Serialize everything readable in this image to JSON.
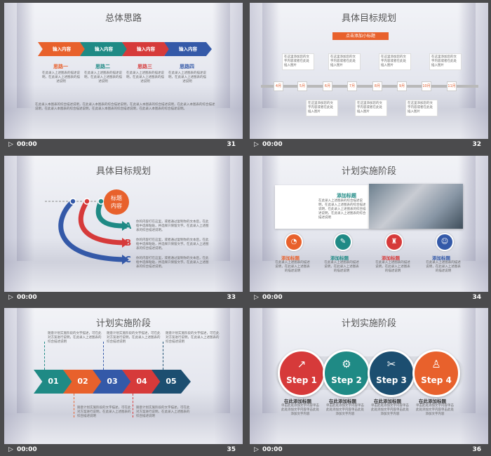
{
  "slides": [
    {
      "title": "总体思路",
      "number": "31",
      "time": "00:00",
      "chevrons": [
        "输入内容",
        "输入内容",
        "输入内容",
        "输入内容"
      ],
      "phases": [
        "思路一",
        "思路二",
        "思路三",
        "思路四"
      ],
      "phase_text": "在此录入上述图表的描述说明，在此录入上述图表的描述说明",
      "body": "在此录入本图表的综合描述说明，在此录入本图表的综合描述说明，在此录入本图表的综合描述说明，在此录入本图表的综合描述说明，在此录入本图表的综合描述说明，在此录入本图表的综合描述说明，在此录入本图表的综合描述说明。"
    },
    {
      "title": "具体目标规划",
      "number": "32",
      "time": "00:00",
      "banner": "点击添加小标题",
      "months": [
        "4月",
        "5月",
        "6月",
        "7月",
        "8月",
        "9月",
        "10月",
        "11月"
      ],
      "box_text": "在这里添加您的文字内容或者在此处插入图片"
    },
    {
      "title": "具体目标规划",
      "number": "33",
      "time": "00:00",
      "badge": "标题内容",
      "letters": [
        "A",
        "B",
        "C"
      ],
      "text": "你的内容打在这里，或者通过复制你的文本后，在此框中选择粘贴，并选择只保留文字。在此录入上述图表的综合描述说明。"
    },
    {
      "title": "计划实施阶段",
      "number": "34",
      "time": "00:00",
      "panel_heading": "添加标题",
      "panel_text": "在此录入上述图表的综合描述说明，在此录入上述图表的综合描述说明，在此录入上述图表的综合描述说明，在此录入上述图表的综合描述说明",
      "items": [
        "添加标题",
        "添加标题",
        "添加标题",
        "添加标题"
      ],
      "item_text": "在此录入上述图表的描述说明，在此录入上述图表的描述说明"
    },
    {
      "title": "计划实施阶段",
      "number": "35",
      "time": "00:00",
      "numbers": [
        "01",
        "02",
        "03",
        "04",
        "05"
      ],
      "text": "随意计划实施阶段的文字描述，可在此对方案进行说明，在此录入上述图表的综合描述说明"
    },
    {
      "title": "计划实施阶段",
      "number": "36",
      "time": "00:00",
      "steps": [
        "Step 1",
        "Step 2",
        "Step 3",
        "Step 4"
      ],
      "step_heading": "在此添加标题",
      "step_text": "单击此处添加文字内容单击此处添加文字内容单击此处添加文字内容"
    }
  ],
  "icons": {
    "play": "play-icon"
  },
  "colors": {
    "orange": "#e8612c",
    "teal": "#1f8a85",
    "red": "#d63a3a",
    "blue": "#3459a8",
    "navy": "#1c4e70"
  }
}
